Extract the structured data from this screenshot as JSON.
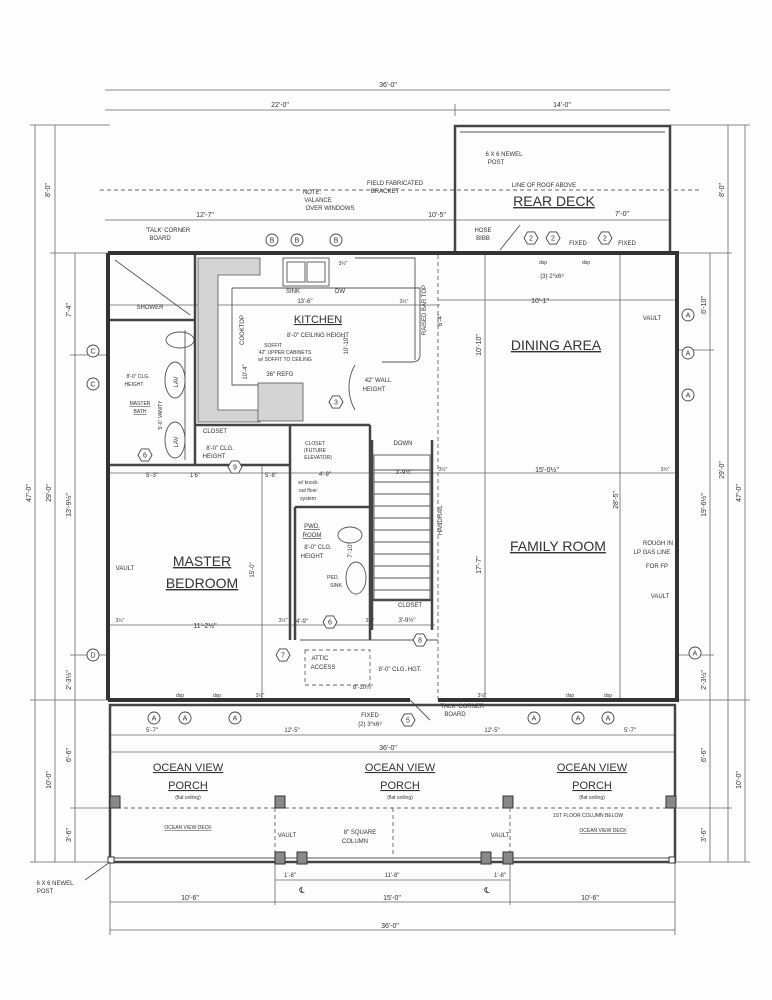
{
  "rooms": {
    "rear_deck": "REAR DECK",
    "kitchen": "KITCHEN",
    "dining_area": "DINING AREA",
    "master_1": "MASTER",
    "master_2": "BEDROOM",
    "family_room": "FAMILY ROOM",
    "porch_left_1": "OCEAN VIEW",
    "porch_left_2": "PORCH",
    "porch_mid_1": "OCEAN VIEW",
    "porch_mid_2": "PORCH",
    "porch_right_1": "OCEAN VIEW",
    "porch_right_2": "PORCH"
  },
  "notes": {
    "newel_top_1": "6 X 6 NEWEL",
    "newel_top_2": "POST",
    "roof_line": "LINE OF ROOF ABOVE",
    "bracket_1": "FIELD FABRICATED",
    "bracket_2": "BRACKET",
    "valance_1": "NOTE:",
    "valance_2": "VALANCE",
    "valance_3": "OVER WINDOWS",
    "corner_top_1": "'TALK' CORNER",
    "corner_top_2": "BOARD",
    "hose_1": "HOSE",
    "hose_2": "BIBB",
    "fixed_1": "FIXED",
    "fixed_2": "FIXED",
    "sink": "SINK",
    "dw": "DW",
    "kitchen_ceiling": "8'-0\" CEILING HEIGHT",
    "soffit_1": "SOFFIT",
    "soffit_2": "42\" UPPER CABINETS",
    "soffit_3": "w/ SOFFIT TO CEILING",
    "refg": "36\" REFG",
    "cooktop": "COOKTOP",
    "wall_height_1": "42\" WALL",
    "wall_height_2": "HEIGHT",
    "raised_bar": "RAISED BAR TOP",
    "shower": "SHOWER",
    "bath_clg_1": "8'-0\" CLG.",
    "bath_clg_2": "HEIGHT",
    "master_bath_1": "MASTER",
    "master_bath_2": "BATH",
    "lav_1": "LAV",
    "lav_2": "LAV",
    "vanity": "5'-6\" VANITY",
    "closet_1": "CLOSET",
    "closet_clg_1": "8'-0\" CLG.",
    "closet_clg_2": "HEIGHT",
    "elev_1": "CLOSET",
    "elev_2": "(FUTURE",
    "elev_3": "ELEVATOR)",
    "knock_1": "w/ knock",
    "knock_2": "out floor",
    "knock_3": "system",
    "down": "DOWN",
    "pwd_1": "PWD.",
    "pwd_2": "ROOM",
    "pwd_3": "8'-0\" CLG.",
    "pwd_4": "HEIGHT",
    "ped_1": "PED.",
    "ped_2": "SINK",
    "vault_bedroom": "VAULT",
    "closet_2": "CLOSET",
    "attic_1": "ATTIC",
    "attic_2": "ACCESS",
    "hall_clg": "8'-0\" CLG. HGT.",
    "dining_doors": "(3) 2⁰x6⁸",
    "vault_dining": "VAULT",
    "gas_1": "ROUGH IN",
    "gas_2": "LP GAS LINE",
    "gas_3": "FOR FP",
    "vault_family": "VAULT",
    "handrail": "HANDRAIL",
    "front_fixed_1": "FIXED",
    "front_fixed_2": "(2) 3⁰x6⁸",
    "corner_front_1": "'TALK' CORNER",
    "corner_front_2": "BOARD",
    "flat_ceiling_1": "(flat ceiling)",
    "flat_ceiling_2": "(flat ceiling)",
    "flat_ceiling_3": "(flat ceiling)",
    "deck_left": "OCEAN VIEW DECK",
    "deck_right": "OCEAN VIEW DECK",
    "column_below": "1ST FLOOR COLUMN BELOW",
    "vault_porch_1": "VAULT",
    "vault_porch_2": "VAULT",
    "square_col_1": "8\" SQUARE",
    "square_col_2": "COLUMN",
    "newel_bot_1": "6 X 6 NEWEL",
    "newel_bot_2": "POST",
    "dsp_1": "dsp",
    "dsp_2": "dsp",
    "dsp_3": "dsp",
    "dsp_4": "dsp",
    "dsp_5": "dsp",
    "dsp_6": "dsp",
    "cl_1": "℄",
    "cl_2": "℄"
  },
  "dims": {
    "top_overall": "36'-0\"",
    "top_left": "22'-0\"",
    "top_right": "14'-0\"",
    "rear_left": "12'-7\"",
    "rear_mid": "10'-5\"",
    "rear_right": "7'-0\"",
    "left_overall": "47'-0\"",
    "left_deck": "8'-0\"",
    "left_house": "29'-0\"",
    "left_a": "7'-4\"",
    "left_b": "13'-9½\"",
    "left_c": "2'-3½\"",
    "left_porch": "10'-0\"",
    "left_porch_a": "6'-6\"",
    "left_porch_b": "3'-6\"",
    "right_overall": "47'-0\"",
    "right_deck": "8'-0\"",
    "right_house": "29'-0\"",
    "right_a": "6'-10\"",
    "right_b": "19'-6½\"",
    "right_c": "2'-3½\"",
    "right_porch": "10'-0\"",
    "right_porch_a": "6'-6\"",
    "right_porch_b": "3'-6\"",
    "kitchen_w": "13'-6\"",
    "kitchen_d": "10'-4\"",
    "kitchen_d2": "10'-10\"",
    "bar": "6'-4\"",
    "bath_a": "5'-3\"",
    "bath_b": "1'6\"",
    "bath_c": "5'-8\"",
    "elev_w": "4'-9\"",
    "stair_w": "3'-9½\"",
    "pwd": "7'-10\"",
    "bed_w": "11'-2½\"",
    "bed_d": "15'-0\"",
    "hall_w": "4'-9\"",
    "closet_w": "3'-9½\"",
    "hall_len": "8'-10½\"",
    "dining_w": "10'-1\"",
    "dining_d": "10'-10\"",
    "living_w": "15'-0½\"",
    "living_len": "28'-5\"",
    "family_d": "17'-7\"",
    "front_a": "5'-7\"",
    "front_b": "12'-5\"",
    "front_c": "12'-5\"",
    "front_d": "5'-7\"",
    "porch_w": "36'-0\"",
    "bot_a": "1'-8\"",
    "bot_b": "11'-8\"",
    "bot_c": "1'-8\"",
    "bot_d": "10'-6\"",
    "bot_e": "15'-0\"",
    "bot_f": "10'-6\"",
    "bot_overall": "36'-0\"",
    "w1": "3½\"",
    "w2": "3½\"",
    "w3": "3½\"",
    "w4": "3½\"",
    "w5": "3½\"",
    "w6": "3½\"",
    "w7": "3½\"",
    "w8": "3½\"",
    "w9": "3½\""
  },
  "tags": {
    "window": [
      "B",
      "B",
      "B",
      "C",
      "C",
      "D",
      "A",
      "A",
      "A",
      "A",
      "A",
      "A",
      "A",
      "A",
      "A",
      "A"
    ],
    "door": [
      "2",
      "2",
      "2",
      "3",
      "6",
      "9",
      "6",
      "7",
      "8",
      "5"
    ]
  }
}
